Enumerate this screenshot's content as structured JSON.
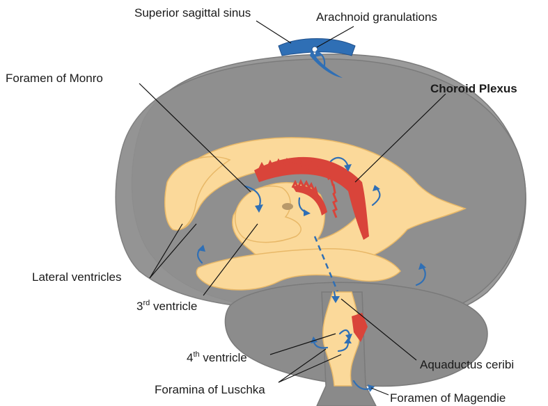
{
  "labels": {
    "superior_sagittal_sinus": "Superior sagittal sinus",
    "arachnoid_granulations": "Arachnoid granulations",
    "foramen_of_monro": "Foramen of Monro",
    "choroid_plexus": "Choroid Plexus",
    "lateral_ventricles": "Lateral ventricles",
    "third_ventricle_prefix": "3",
    "third_ventricle_sup": "rd",
    "third_ventricle_suffix": " ventricle",
    "fourth_ventricle_prefix": "4",
    "fourth_ventricle_sup": "th",
    "fourth_ventricle_suffix": " ventricle",
    "aquaductus_ceribi": "Aquaductus ceribi",
    "foramina_of_luschka": "Foramina of Luschka",
    "foramen_of_magendie": "Foramen of Magendie"
  },
  "colors": {
    "brain": "#8f8f8f",
    "brain_outline": "#7a7a7a",
    "ventricle": "#fbd99a",
    "ventricle_outline": "#e8b868",
    "choroid": "#d9443a",
    "sinus": "#2f6fb5",
    "flow_arrow": "#2f6fb5"
  }
}
